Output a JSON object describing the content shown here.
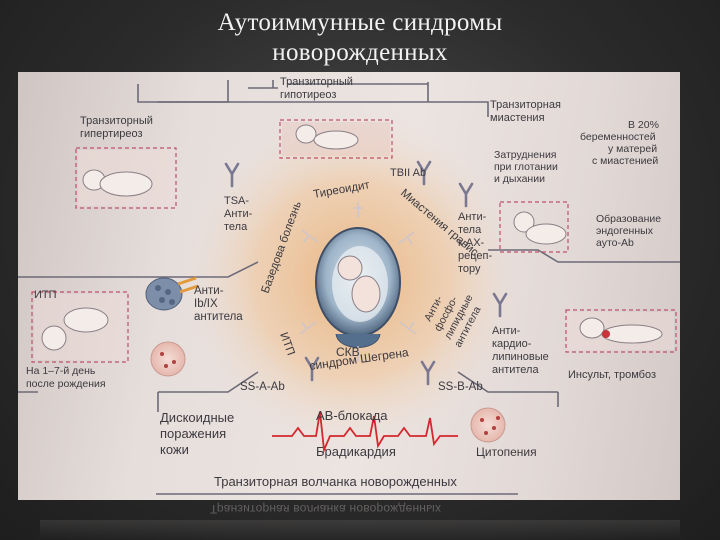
{
  "slide": {
    "title_line1": "Аутоиммунные синдромы",
    "title_line2": "новорожденных"
  },
  "diagram": {
    "center_labels": {
      "graves": "Базедова болезнь",
      "thyroiditis": "Тиреоидит",
      "myasthenia": "Миастения гравис",
      "itp": "ИТП",
      "sle_sjogren_1": "СКВ,",
      "sle_sjogren_2": "синдром Шегрена",
      "antiphospholipid_1": "Анти-",
      "antiphospholipid_2": "фосфо-",
      "antiphospholipid_3": "липидные",
      "antiphospholipid_4": "антитела"
    },
    "antibodies": {
      "tbii": "TBII Ab",
      "tsa_1": "TSA-",
      "tsa_2": "Анти-",
      "tsa_3": "тела",
      "achr_1": "Анти-",
      "achr_2": "тела",
      "achr_3": "к АХ-",
      "achr_4": "рецеп-",
      "achr_5": "тору",
      "gp_1": "Анти-",
      "gp_2": "Ib/IX",
      "gp_3": "антитела",
      "cardiolipin_1": "Анти-",
      "cardiolipin_2": "кардио-",
      "cardiolipin_3": "липиновые",
      "cardiolipin_4": "антитела",
      "ssa": "SS-A-Ab",
      "ssb": "SS-B-Ab"
    },
    "outcomes": {
      "hypothyroid_1": "Транзиторный",
      "hypothyroid_2": "гипотиреоз",
      "hyperthyroid_1": "Транзиторный",
      "hyperthyroid_2": "гипертиреоз",
      "myasthenia_1": "Транзиторная",
      "myasthenia_2": "миастения",
      "pct_1": "В 20%",
      "pct_2": "беременностей",
      "pct_3": "у матерей",
      "pct_4": "с миастенией",
      "swallow_1": "Затруднения",
      "swallow_2": "при глотании",
      "swallow_3": "и дыхании",
      "endo_1": "Образование",
      "endo_2": "эндогенных",
      "endo_3": "ауто-Ab",
      "itp": "ИТП",
      "days_1": "На 1–7-й день",
      "days_2": "после рождения",
      "stroke": "Инсульт, тромбоз",
      "skin_1": "Дискоидные",
      "skin_2": "поражения",
      "skin_3": "кожи",
      "av_block": "АВ-блокада",
      "brady": "Брадикардия",
      "cytopenia": "Цитопения",
      "bottom": "Транзиторная волчанка новорожденных"
    }
  },
  "reflection_text": "Транзиторная волчанка новорожденных",
  "colors": {
    "glow": "#e8b27a",
    "line": "#6d6a78",
    "dashed": "#c0506a",
    "ecg": "#d2282e",
    "text": "#3c3a40"
  }
}
